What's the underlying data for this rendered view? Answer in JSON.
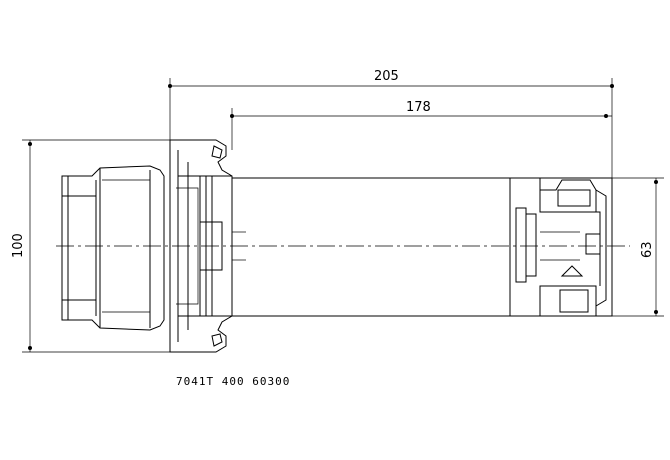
{
  "dimensions": {
    "overall_length": "205",
    "body_length": "178",
    "flange_diameter": "100",
    "body_diameter": "63"
  },
  "caption": "7041T 400 60300"
}
